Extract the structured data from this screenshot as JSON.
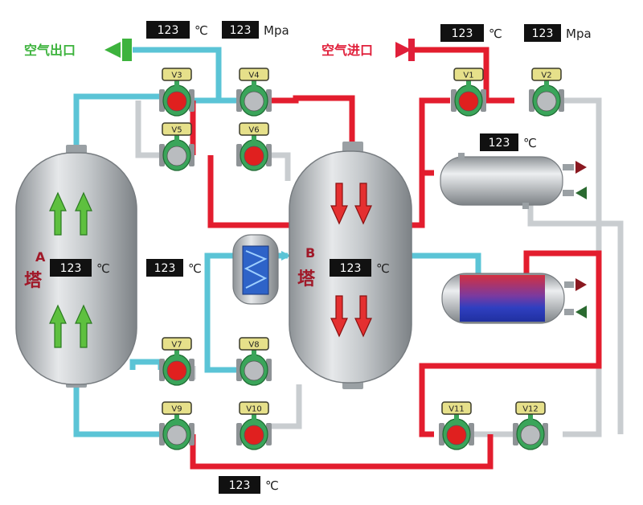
{
  "labels": {
    "air_outlet": "空气出口",
    "air_inlet": "空气进口",
    "tower_a_letter": "A",
    "tower_a_char": "塔",
    "tower_b_letter": "B",
    "tower_b_char": "塔"
  },
  "readouts": {
    "outlet_temp": {
      "value": "123",
      "unit": "℃"
    },
    "outlet_pressure": {
      "value": "123",
      "unit": "Mpa"
    },
    "inlet_temp": {
      "value": "123",
      "unit": "℃"
    },
    "inlet_pressure": {
      "value": "123",
      "unit": "Mpa"
    },
    "cooler_temp": {
      "value": "123",
      "unit": "℃"
    },
    "tower_a_temp": {
      "value": "123",
      "unit": "℃"
    },
    "heater_temp": {
      "value": "123",
      "unit": "℃"
    },
    "tower_b_temp": {
      "value": "123",
      "unit": "℃"
    },
    "bottom_temp": {
      "value": "123",
      "unit": "℃"
    }
  },
  "valves": {
    "v1": {
      "label": "V1",
      "state": "open"
    },
    "v2": {
      "label": "V2",
      "state": "closed"
    },
    "v3": {
      "label": "V3",
      "state": "open"
    },
    "v4": {
      "label": "V4",
      "state": "closed"
    },
    "v5": {
      "label": "V5",
      "state": "closed"
    },
    "v6": {
      "label": "V6",
      "state": "open"
    },
    "v7": {
      "label": "V7",
      "state": "open"
    },
    "v8": {
      "label": "V8",
      "state": "closed"
    },
    "v9": {
      "label": "V9",
      "state": "closed"
    },
    "v10": {
      "label": "V10",
      "state": "open"
    },
    "v11": {
      "label": "V11",
      "state": "open"
    },
    "v12": {
      "label": "V12",
      "state": "closed"
    }
  },
  "colors": {
    "pipe_red": "#e31d2e",
    "pipe_cyan": "#5bc4d6",
    "pipe_grey": "#c9cdd0",
    "outlet_green": "#3db33d",
    "inlet_red": "#e01f3a",
    "valve_open": "#e0201f",
    "valve_closed": "#b9bcbf",
    "valve_body": "#3aa55a",
    "label_yellow": "#e6e08a",
    "readout_bg": "#111111"
  }
}
